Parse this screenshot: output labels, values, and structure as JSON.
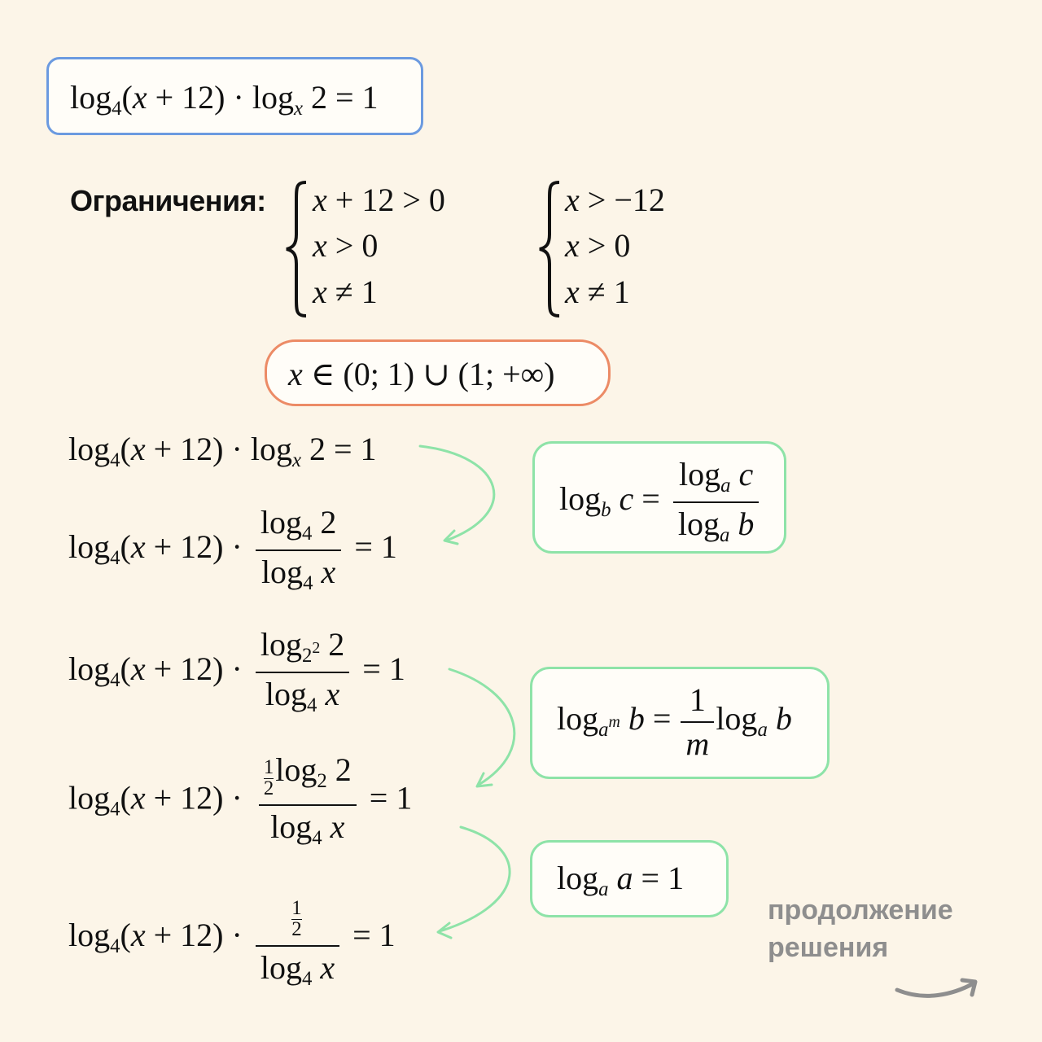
{
  "equation": {
    "log": "log",
    "base4": "4",
    "base_x": "x",
    "arg_open": "(",
    "var_x": "x",
    "plus12": " + 12)",
    "dot": " · ",
    "rest": " 2 = 1"
  },
  "restrictions": {
    "label": "Ограничения:",
    "system1": [
      "x + 12 > 0",
      "x > 0",
      "x ≠ 1"
    ],
    "system2": [
      "x > −12",
      "x > 0",
      "x ≠ 1"
    ]
  },
  "domain": {
    "var": "x",
    "text": " ∈ (0; 1) ∪ (1; +∞)"
  },
  "formulas": {
    "change_base": {
      "lhs_base": "b",
      "lhs_arg": "c",
      "num_base": "a",
      "num_arg": "c",
      "den_base": "a",
      "den_arg": "b"
    },
    "power_base": {
      "lhs_base": "a",
      "lhs_exp": "m",
      "lhs_arg": "b",
      "frac_num": "1",
      "frac_den": "m",
      "rhs_base": "a",
      "rhs_arg": "b"
    },
    "self_log": {
      "base": "a",
      "arg": "a",
      "rhs": "= 1"
    }
  },
  "steps": {
    "lhs_common": "log",
    "eq1": "= 1",
    "num2": "2",
    "den_arg": "x",
    "half_num": "1",
    "half_den": "2",
    "pow_base": "2",
    "pow_exp": "2"
  },
  "continue_note": {
    "line1": "продолжение",
    "line2": "решения"
  },
  "colors": {
    "background": "#fcf5e8",
    "blue_border": "#6b9ae0",
    "orange_border": "#ec8b66",
    "green_border": "#8ee3a8",
    "arrow_green": "#8ee3a8",
    "gray_text": "#8e8e8e"
  },
  "icons": [
    "curved-arrow-icon",
    "brace-icon",
    "next-arrow-icon"
  ]
}
